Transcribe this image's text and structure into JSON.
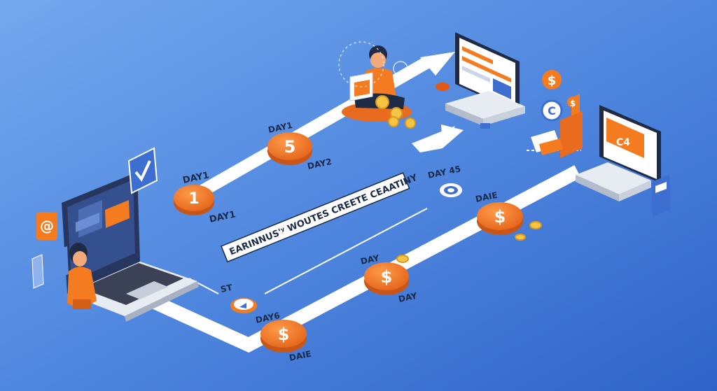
{
  "colors": {
    "background_light": "#6fa3ea",
    "background_dark": "#2f63c8",
    "path": "#ffffff",
    "accent": "#f47b20",
    "accent_dark": "#c8561a",
    "coin": "#f6c445",
    "screen_dark": "#1e2e5c"
  },
  "banner": {
    "text": "EARINNUS'ʸ WOUTES CREETE CEAATINY"
  },
  "labels": {
    "day1_top": "DAY1",
    "day1_bottom": "DAY1",
    "day_top_mid": "DAY1",
    "day2": "DAY2",
    "day45": "DAY 45",
    "date_top": "DAIE",
    "day_mid": "DAY",
    "day_mid_lower": "DAY",
    "day6": "DAY6",
    "date_bottom": "DAIE",
    "st": "ST"
  },
  "coins": {
    "c1": "1",
    "c5": "5",
    "c_right": "$",
    "c_mid": "$",
    "c_bottom": "$"
  },
  "icons": {
    "email": "@",
    "dollar_bubble": "$",
    "currency_c": "C",
    "chart_screen": "C4"
  }
}
